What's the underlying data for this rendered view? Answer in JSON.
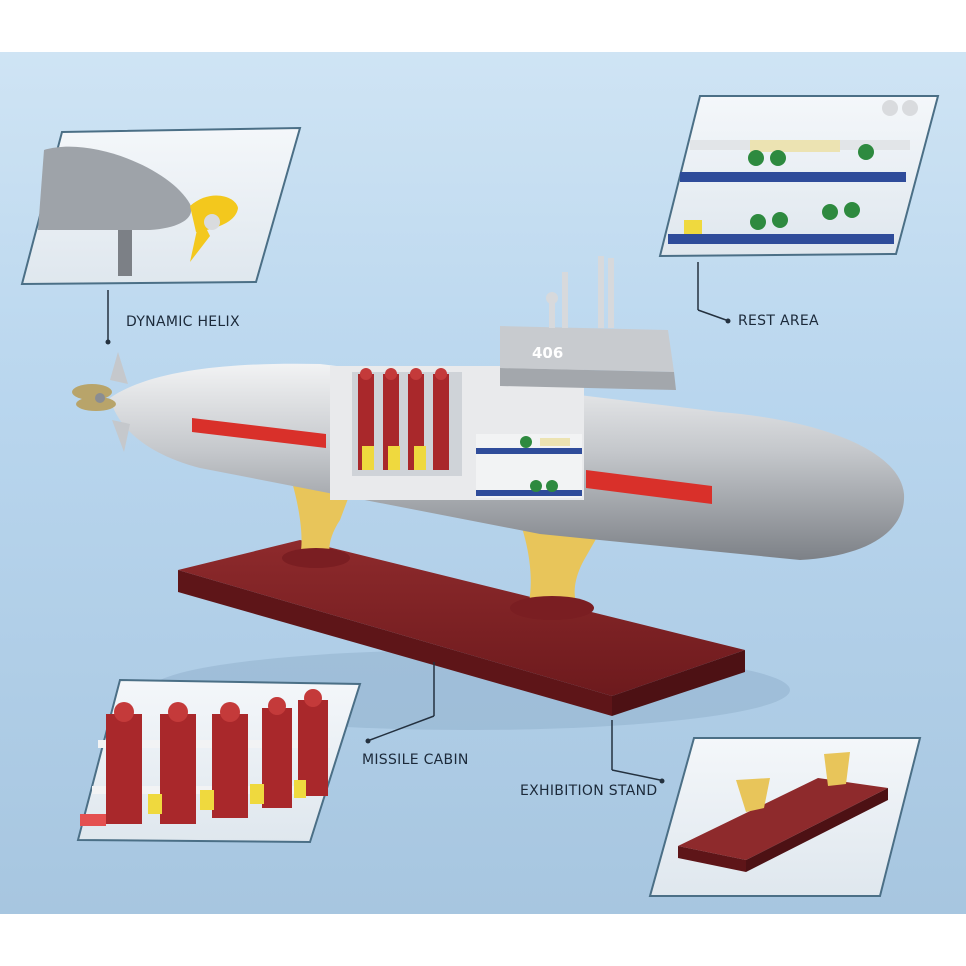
{
  "image": {
    "description_labels": {
      "dynamic_helix": "DYNAMIC HELIX",
      "rest_area": "REST AREA",
      "missile_cabin": "MISSILE CABIN",
      "exhibition_stand": "EXHIBITION STAND"
    },
    "hull_number": "406",
    "colors": {
      "background": "#bcd7ee",
      "hull": "#b9bcc0",
      "stripe": "#d9302a",
      "stand": "#7a1e22",
      "supports": "#e7c45a",
      "propeller": "#f2c81b"
    }
  }
}
